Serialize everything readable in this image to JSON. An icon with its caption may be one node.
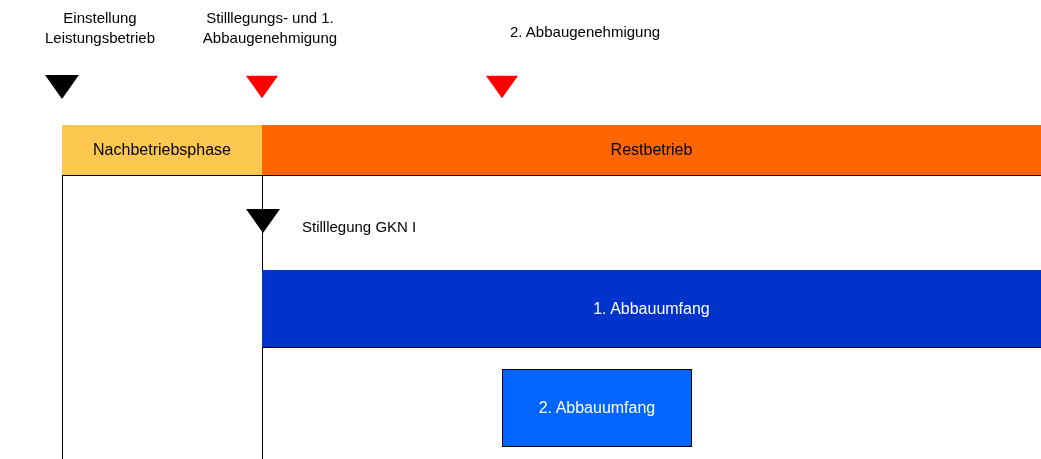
{
  "diagram": {
    "nodes": [
      {
        "text": [],
        "shape": "triangle",
        "beside": [
          "Einstellung Leistungsbetrieb"
        ]
      },
      {
        "text": [],
        "shape": "triangle",
        "beside": [
          "Stilllegungs- und 1. Abbaugenehmigung"
        ]
      },
      {
        "text": [],
        "shape": "triangle",
        "beside": [
          "2. Abbaugenehmigung"
        ]
      },
      {
        "text": [
          "Nachbetriebsphase"
        ]
      },
      {
        "text": [
          "Restbetrieb"
        ]
      },
      {
        "text": [],
        "shape": "triangle",
        "beside": [
          "Stilllegung GKN I"
        ]
      },
      {
        "text": [
          "1. Abbauumfang"
        ]
      },
      {
        "text": [
          "2. Abbauumfang"
        ]
      }
    ]
  }
}
